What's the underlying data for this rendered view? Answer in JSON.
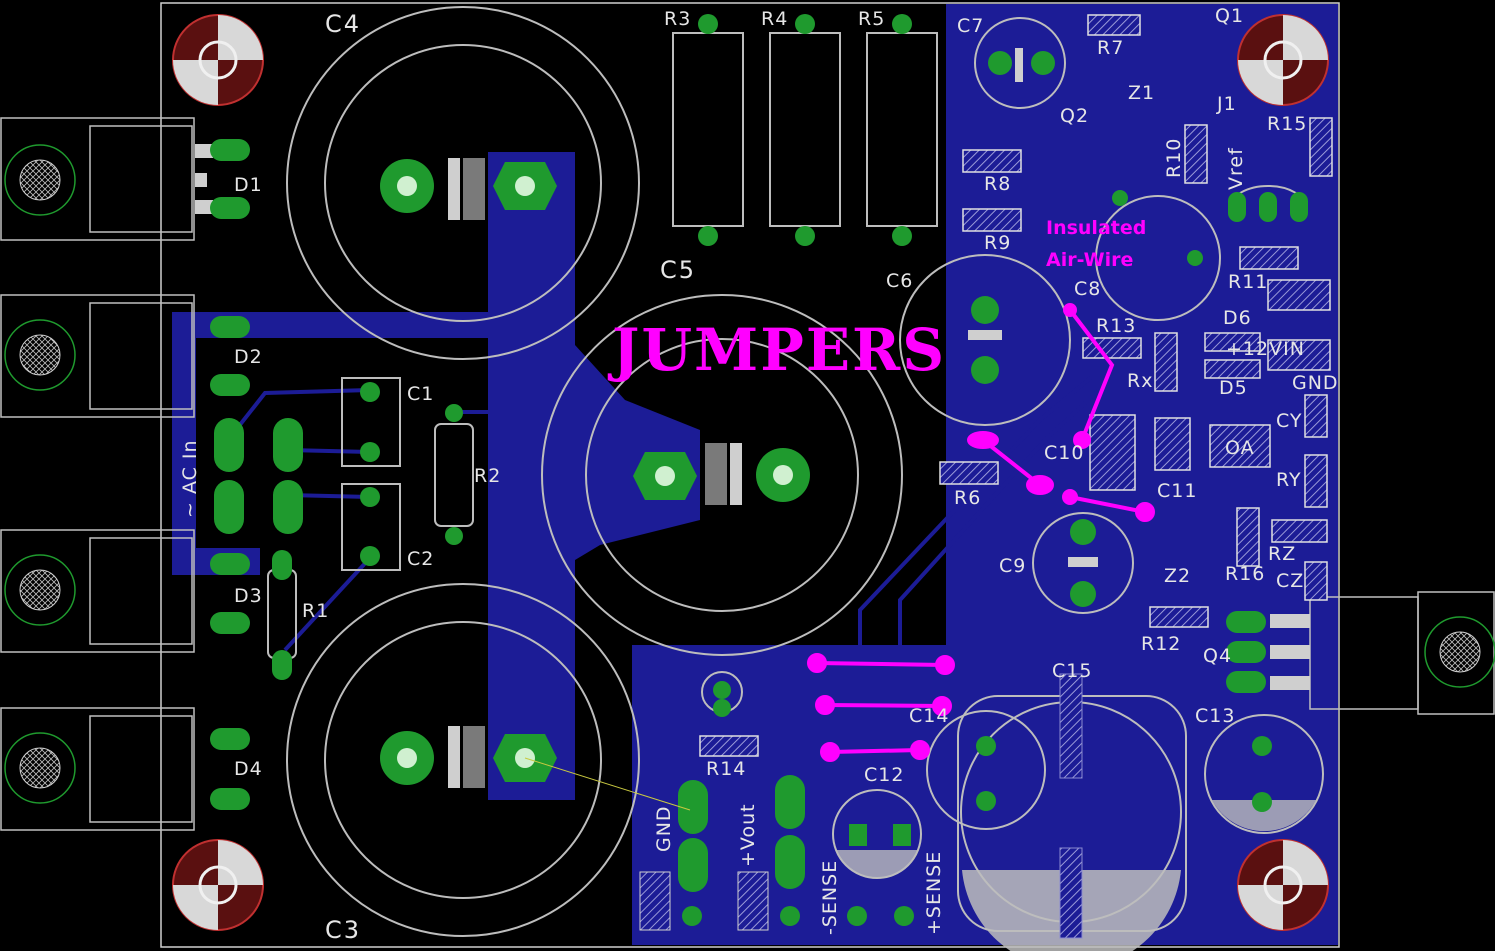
{
  "board": {
    "banner": "JUMPERS",
    "note_line1": "Insulated",
    "note_line2": "Air-Wire",
    "ac_in": "~ AC In",
    "pins": {
      "gnd": "GND",
      "vout": "+Vout",
      "sense_neg": "-SENSE",
      "sense_pos": "+SENSE",
      "v12in": "+12VIN",
      "gnd_r": "GND",
      "oa": "OA"
    },
    "parts": {
      "C1": "C1",
      "C2": "C2",
      "C3": "C3",
      "C4": "C4",
      "C5": "C5",
      "C6": "C6",
      "C7": "C7",
      "C8": "C8",
      "C9": "C9",
      "C10": "C10",
      "C11": "C11",
      "C12": "C12",
      "C13": "C13",
      "C14": "C14",
      "C15": "C15",
      "D1": "D1",
      "D2": "D2",
      "D3": "D3",
      "D4": "D4",
      "D5": "D5",
      "D6": "D6",
      "R1": "R1",
      "R2": "R2",
      "R3": "R3",
      "R4": "R4",
      "R5": "R5",
      "R6": "R6",
      "R7": "R7",
      "R8": "R8",
      "R9": "R9",
      "R10": "R10",
      "R11": "R11",
      "R12": "R12",
      "R13": "R13",
      "R14": "R14",
      "R15": "R15",
      "R16": "R16",
      "Q1": "Q1",
      "Q2": "Q2",
      "Q4": "Q4",
      "Z1": "Z1",
      "Z2": "Z2",
      "J1": "J1",
      "Vref": "Vref",
      "Rx": "Rx",
      "RY": "RY",
      "RZ": "RZ",
      "CY": "CY",
      "CZ": "CZ"
    }
  },
  "colors": {
    "background": "#000000",
    "copper": "#1c1c96",
    "pad": "#1f9a2e",
    "silk": "#e6e6e6",
    "jumper": "#ff00ff"
  }
}
